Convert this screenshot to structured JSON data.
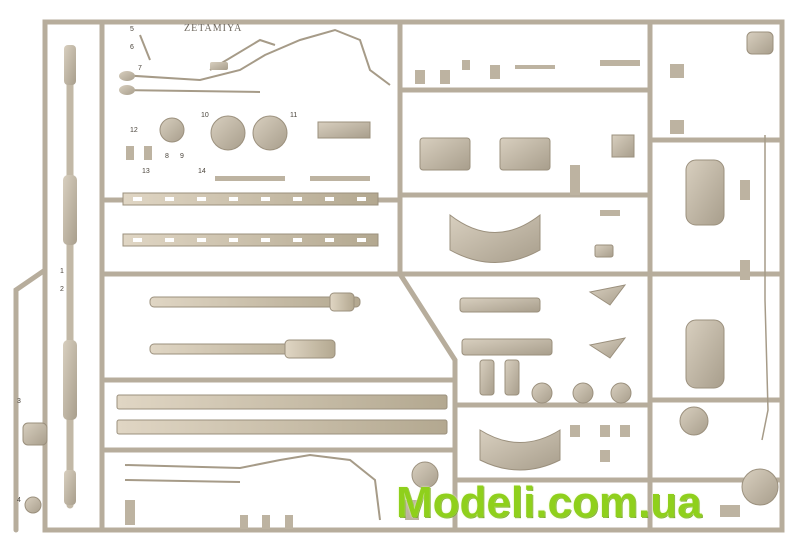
{
  "sprue": {
    "manufacturer_mark": "ZETAMIYA",
    "plastic_color": "#c9bfae",
    "frame_color": "#b7ad9c",
    "part_numbers": [
      "1",
      "2",
      "3",
      "4",
      "5",
      "6",
      "7",
      "8",
      "9",
      "10",
      "11",
      "12",
      "13",
      "14"
    ]
  },
  "watermark": {
    "text": "Modeli.com.ua",
    "color": "#8fd01c"
  }
}
